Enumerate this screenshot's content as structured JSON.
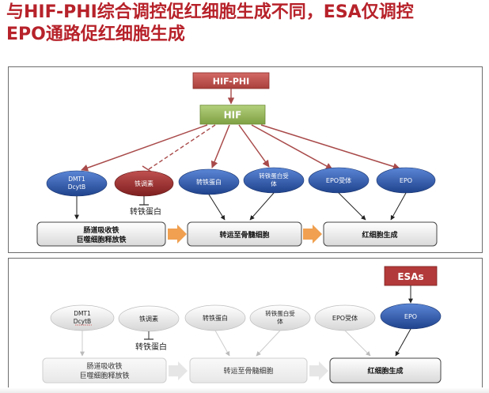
{
  "title": {
    "line1": "与HIF-PHI综合调控促红细胞生成不同，ESA仅调控",
    "line2": "EPO通路促红细胞生成"
  },
  "top": {
    "hif_phi": "HIF-PHI",
    "hif": "HIF",
    "ovals": [
      {
        "id": "dmt1",
        "lines": [
          "DMT1",
          "DcytB"
        ],
        "color": "blue"
      },
      {
        "id": "hepcidin",
        "lines": [
          "铁调素"
        ],
        "color": "red"
      },
      {
        "id": "transferrin",
        "lines": [
          "转铁蛋白"
        ],
        "color": "blue"
      },
      {
        "id": "transferrin-receptor",
        "lines": [
          "转铁蛋白受",
          "体"
        ],
        "color": "blue"
      },
      {
        "id": "epo-receptor",
        "lines": [
          "EPO受体"
        ],
        "color": "blue"
      },
      {
        "id": "epo",
        "lines": [
          "EPO"
        ],
        "color": "blue"
      }
    ],
    "inhibit_label": "转铁蛋白",
    "boxes": [
      {
        "id": "absorb",
        "lines": [
          "肠道吸收铁",
          "巨噬细胞释放铁"
        ]
      },
      {
        "id": "transport",
        "lines": [
          "转运至骨髓细胞"
        ]
      },
      {
        "id": "erythro",
        "lines": [
          "红细胞生成"
        ]
      }
    ]
  },
  "bottom": {
    "esas": "ESAs",
    "ovals": [
      {
        "id": "dmt1",
        "lines": [
          "DMT1",
          "DcytB"
        ],
        "color": "grey"
      },
      {
        "id": "hepcidin",
        "lines": [
          "铁调素"
        ],
        "color": "grey"
      },
      {
        "id": "transferrin",
        "lines": [
          "转铁蛋白"
        ],
        "color": "grey"
      },
      {
        "id": "transferrin-receptor",
        "lines": [
          "转铁蛋白受",
          "体"
        ],
        "color": "grey"
      },
      {
        "id": "epo-receptor",
        "lines": [
          "EPO受体"
        ],
        "color": "grey"
      },
      {
        "id": "epo",
        "lines": [
          "EPO"
        ],
        "color": "blue"
      }
    ],
    "inhibit_label": "转铁蛋白",
    "boxes": [
      {
        "id": "absorb",
        "lines": [
          "肠道吸收铁",
          "巨噬细胞释放铁"
        ]
      },
      {
        "id": "transport",
        "lines": [
          "转运至骨髓细胞"
        ]
      },
      {
        "id": "erythro",
        "lines": [
          "红细胞生成"
        ]
      }
    ]
  },
  "colors": {
    "title": "#b7222a",
    "hif_phi_fill": "#c0504d",
    "hif_fill": "#9bbb59",
    "oval_blue": "#2f57a8",
    "oval_red": "#9b2b2b",
    "oval_grey": "#e6e6e6",
    "arrow_red": "#a94a4a",
    "arrow_orange": "#f0a050",
    "esas_fill": "#b33a3a"
  }
}
